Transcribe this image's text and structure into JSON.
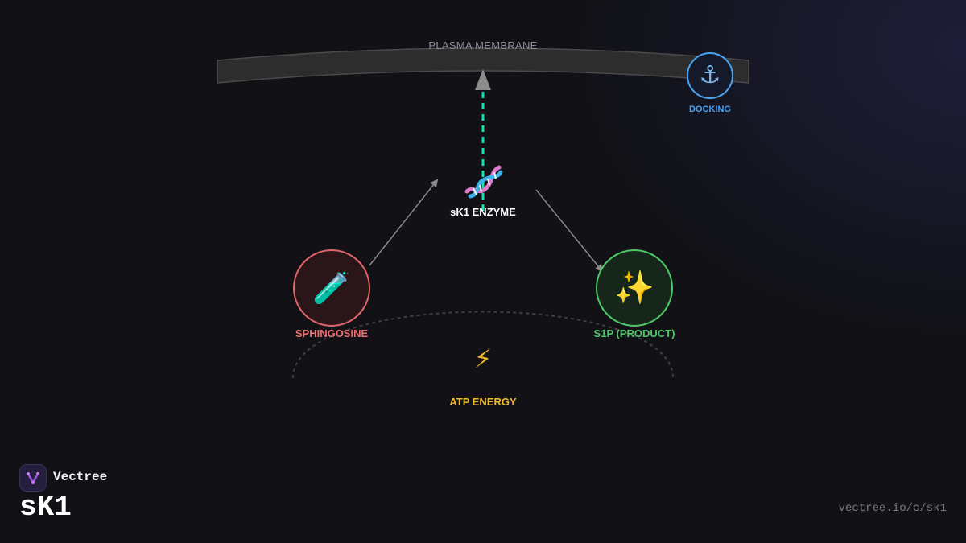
{
  "diagram": {
    "membrane_label": "PLASMA MEMBRANE",
    "docking": {
      "label": "DOCKING",
      "icon": "anchor-icon",
      "glyph": "⚓",
      "color": "#4aa3f0"
    },
    "enzyme": {
      "label": "sK1 ENZYME",
      "icon": "dna-icon",
      "color": "#ffffff"
    },
    "substrate": {
      "label": "SPHINGOSINE",
      "icon": "test-tube-icon",
      "glyph": "🧪",
      "color": "#f07070"
    },
    "product": {
      "label": "S1P (PRODUCT)",
      "icon": "sparkles-icon",
      "glyph": "✨",
      "color": "#4cc966"
    },
    "energy": {
      "label": "ATP ENERGY",
      "icon": "lightning-icon",
      "glyph": "⚡",
      "color": "#f2b92c"
    },
    "colors": {
      "translocation_arrow": "#19e0b4",
      "reaction_arrow": "#8a8a8a",
      "membrane": "#2e2e2e"
    }
  },
  "footer": {
    "brand_name": "Vectree",
    "brand_icon": "vectree-logo-icon",
    "title": "sK1",
    "url": "vectree.io/c/sk1"
  }
}
